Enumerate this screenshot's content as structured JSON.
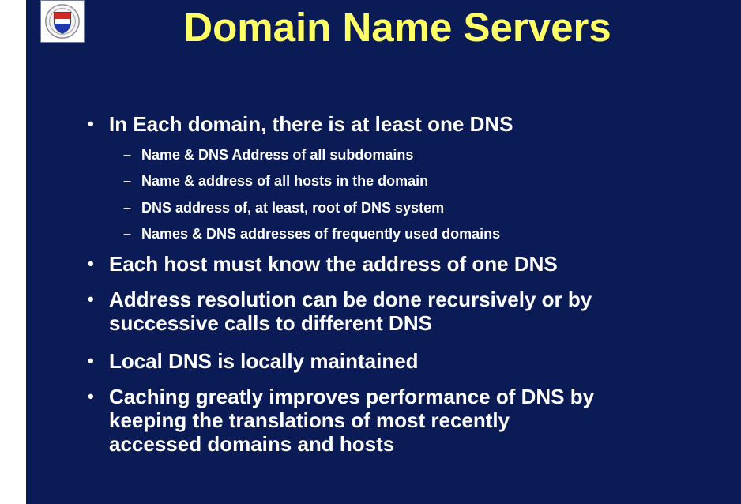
{
  "slide": {
    "title": "Domain Name Servers",
    "logo_icon": "university-shield-icon",
    "colors": {
      "background": "#0b1b55",
      "title": "#ffff66",
      "text": "#ffffff"
    },
    "bullets": [
      {
        "text": "In Each domain, there is at least one DNS",
        "sub": [
          "Name & DNS Address of all subdomains",
          "Name & address of all hosts in the domain",
          "DNS address of, at least, root of DNS system",
          "Names & DNS addresses of frequently used domains"
        ]
      },
      {
        "lines": [
          "Each host must know the address of one DNS"
        ]
      },
      {
        "lines": [
          "Address resolution can be done recursively or by",
          "successive calls to different DNS"
        ]
      },
      {
        "lines": [
          "Local DNS is locally maintained"
        ]
      },
      {
        "lines": [
          "Caching greatly improves performance of DNS by",
          "keeping the translations of most recently",
          "accessed domains and hosts"
        ]
      }
    ]
  }
}
